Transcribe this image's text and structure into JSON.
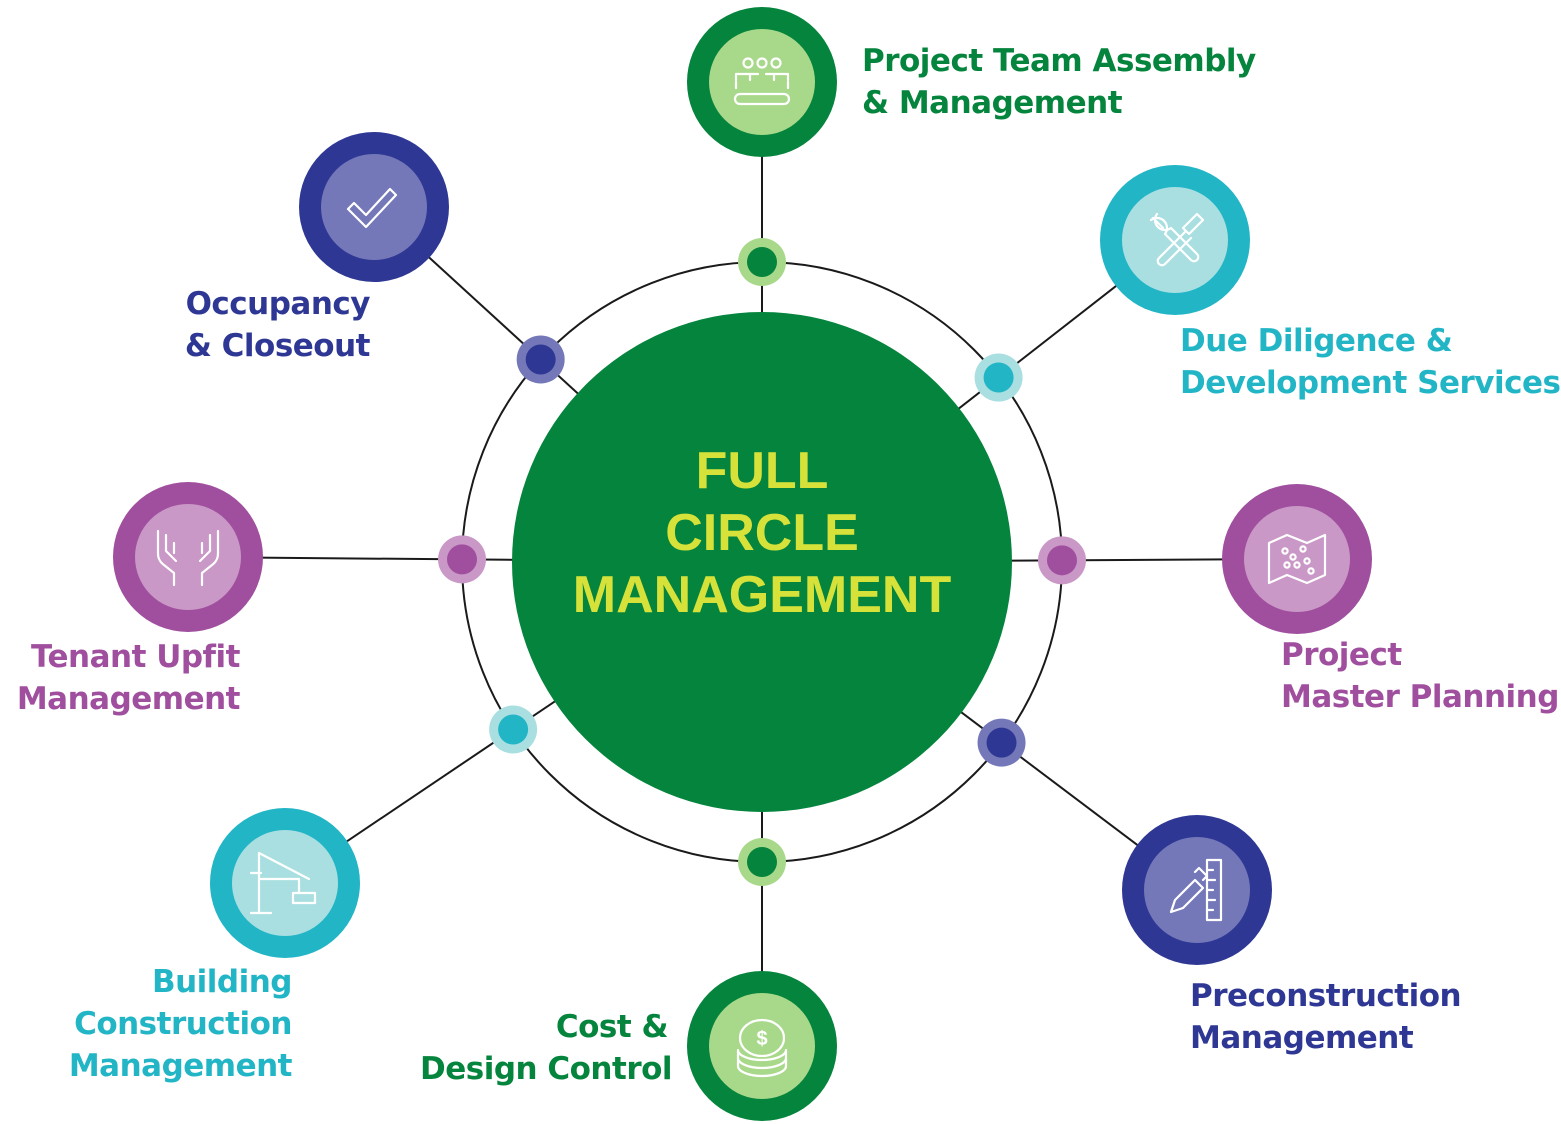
{
  "center": {
    "lines": [
      "FULL",
      "CIRCLE",
      "MANAGEMENT"
    ],
    "color": "#d6e23a",
    "fill": "#04843c"
  },
  "colors": {
    "green_dark": "#04843c",
    "green_light": "#a8d88a",
    "teal_dark": "#22b5c6",
    "teal_light": "#a9dfe1",
    "purple_dark": "#a04f9e",
    "purple_light": "#c998c6",
    "navy_dark": "#2e3894",
    "navy_light": "#7478b8",
    "line": "#1a1a1a"
  },
  "nodes": [
    {
      "id": "team",
      "icon": "people-icon",
      "color": "green",
      "label": [
        "Project Team Assembly",
        "& Management"
      ]
    },
    {
      "id": "due",
      "icon": "tools-icon",
      "color": "teal",
      "label": [
        "Due Diligence &",
        "Development Services"
      ]
    },
    {
      "id": "master",
      "icon": "map-icon",
      "color": "purple",
      "label": [
        "Project",
        "Master Planning"
      ]
    },
    {
      "id": "precon",
      "icon": "pencil-ruler-icon",
      "color": "navy",
      "label": [
        "Preconstruction",
        "Management"
      ]
    },
    {
      "id": "cost",
      "icon": "coins-icon",
      "color": "green",
      "label": [
        "Cost &",
        "Design Control"
      ]
    },
    {
      "id": "building",
      "icon": "crane-icon",
      "color": "teal",
      "label": [
        "Building",
        "Construction",
        "Management"
      ]
    },
    {
      "id": "tenant",
      "icon": "hands-icon",
      "color": "purple",
      "label": [
        "Tenant Upfit",
        "Management"
      ]
    },
    {
      "id": "occupancy",
      "icon": "checkmark-icon",
      "color": "navy",
      "label": [
        "Occupancy",
        "& Closeout"
      ]
    }
  ]
}
